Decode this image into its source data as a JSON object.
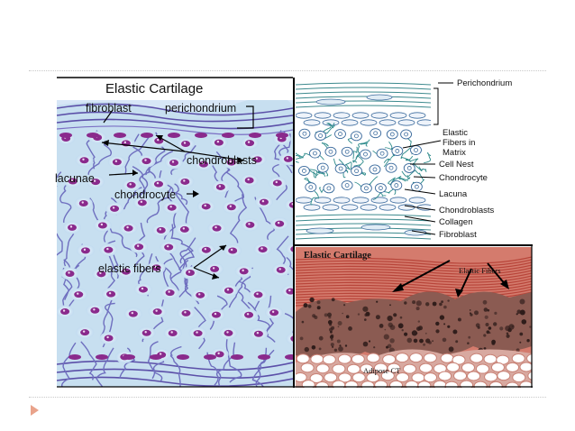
{
  "colors": {
    "accent_bullet": "#e9a38b",
    "matrix_blue": "#c7dff0",
    "fiber_purple": "#6f6fbf",
    "nucleus_purple": "#8a2a8c",
    "stain_red": "#c85648"
  },
  "left_panel": {
    "title": "Elastic Cartilage",
    "labels": {
      "fibroblast": "fibroblast",
      "perichondrium": "perichondrium",
      "chondroblasts": "chondroblasts",
      "lacunae": "lacunae",
      "chondrocyte": "chondrocyte",
      "elastic_fibers": "elastic fibers"
    }
  },
  "right_top_panel": {
    "labels": {
      "perichondrium": "Perichondrium",
      "elastic_line1": "Elastic",
      "elastic_line2": "Fibers in",
      "elastic_line3": "Matrix",
      "cell_nest": "Cell Nest",
      "chondrocyte": "Chondrocyte",
      "lacuna": "Lacuna",
      "chondroblasts": "Chondroblasts",
      "collagen": "Collagen",
      "fibroblast": "Fibroblast"
    }
  },
  "right_bottom_panel": {
    "title": "Elastic Cartilage",
    "labels": {
      "elastic_fibers": "Elastic Fibers",
      "adipose_ct": "Adipose CT"
    }
  }
}
